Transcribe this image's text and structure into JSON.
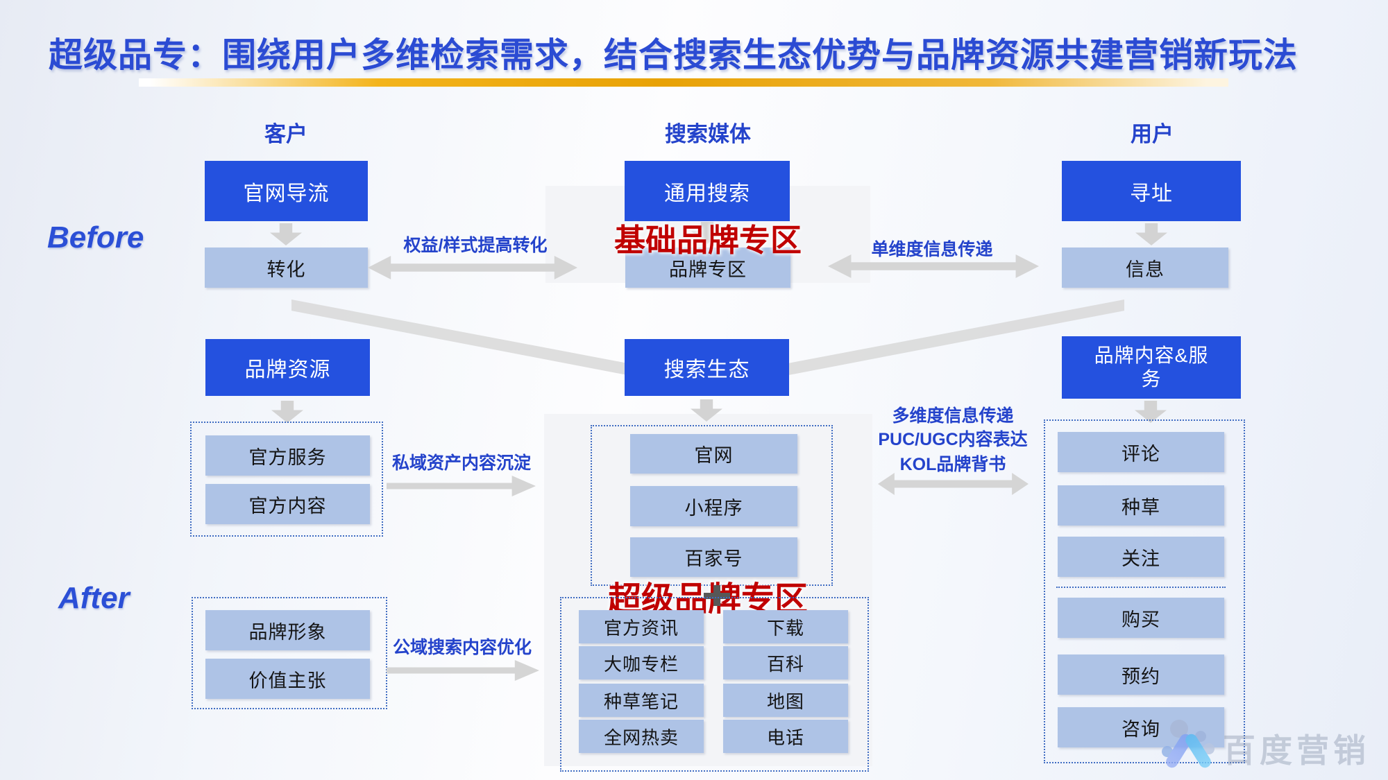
{
  "title": "超级品专：围绕用户多维检索需求，结合搜索生态优势与品牌资源共建营销新玩法",
  "columns": {
    "customer": "客户",
    "media": "搜索媒体",
    "user": "用户"
  },
  "before": {
    "label": "Before",
    "customer_top": "官网导流",
    "customer_bottom": "转化",
    "media_top": "通用搜索",
    "media_bottom": "品牌专区",
    "media_overlay": "基础品牌专区",
    "user_top": "寻址",
    "user_bottom": "信息",
    "left_arrow_label": "权益/样式提高转化",
    "right_arrow_label": "单维度信息传递"
  },
  "after": {
    "label": "After",
    "brand_resources_header": "品牌资源",
    "brand_resources_items": [
      "官方服务",
      "官方内容"
    ],
    "brand_image_items": [
      "品牌形象",
      "价值主张"
    ],
    "private_arrow_label": "私域资产内容沉淀",
    "public_arrow_label": "公域搜索内容优化",
    "search_eco_header": "搜索生态",
    "search_eco_items": [
      "官网",
      "小程序",
      "百家号"
    ],
    "search_eco_overlay": "超级品牌专区",
    "grid_left": [
      "官方资讯",
      "大咖专栏",
      "种草笔记",
      "全网热卖"
    ],
    "grid_right": [
      "下载",
      "百科",
      "地图",
      "电话"
    ],
    "multi_arrow_labels": [
      "多维度信息传递",
      "PUC/UGC内容表达",
      "KOL品牌背书"
    ],
    "brand_content_header": "品牌内容&服务",
    "brand_content_top_items": [
      "评论",
      "种草",
      "关注"
    ],
    "brand_content_bottom_items": [
      "购买",
      "预约",
      "咨询"
    ]
  },
  "watermark": {
    "text": "百度营销"
  },
  "colors": {
    "primary_blue": "#2451df",
    "light_blue": "#aec3e6",
    "title_blue": "#2b4bd3",
    "accent_red": "#c00000",
    "arrow_gray": "#d5d5d5",
    "gold": "#e8a206",
    "dashed_border": "#3f6cc2"
  }
}
